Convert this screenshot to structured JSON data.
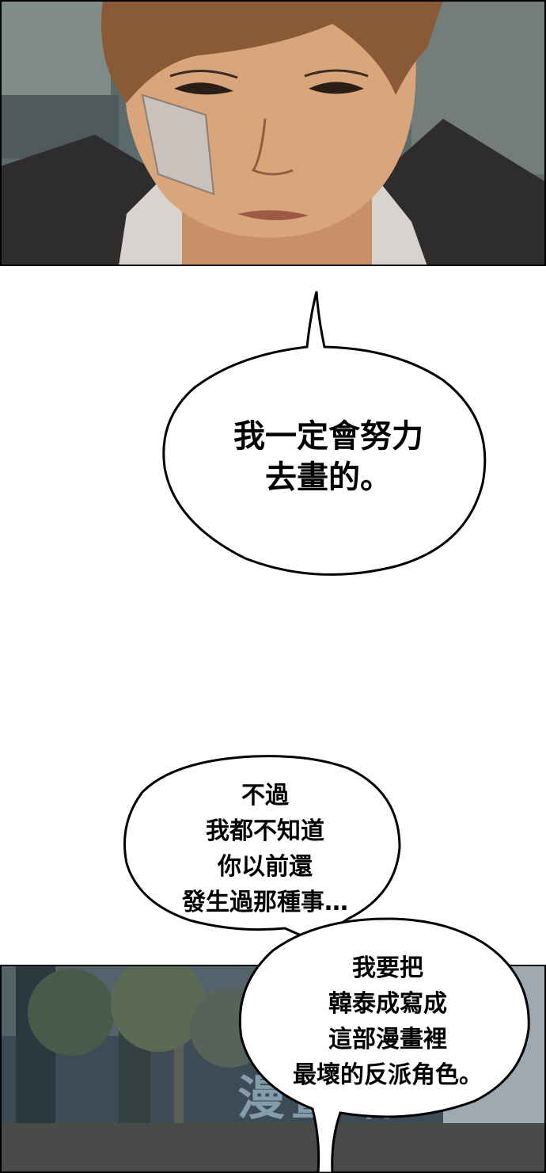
{
  "bubble_1": {
    "lines": [
      "我一定會努力",
      "去畫的。"
    ]
  },
  "bubble_2": {
    "lines": [
      "不過",
      "我都不知道",
      "你以前還",
      "發生過那種事…"
    ]
  },
  "bubble_3": {
    "lines": [
      "我要把",
      "韓泰成寫成",
      "這部漫畫裡",
      "最壞的反派角色。"
    ]
  },
  "watermark": {
    "text": "漫畫站"
  },
  "colors": {
    "skin": "#d9a57a",
    "hair": "#8a5a36",
    "jacket": "#2e2c2d",
    "street": "#3c4b55",
    "outline": "#000000"
  }
}
